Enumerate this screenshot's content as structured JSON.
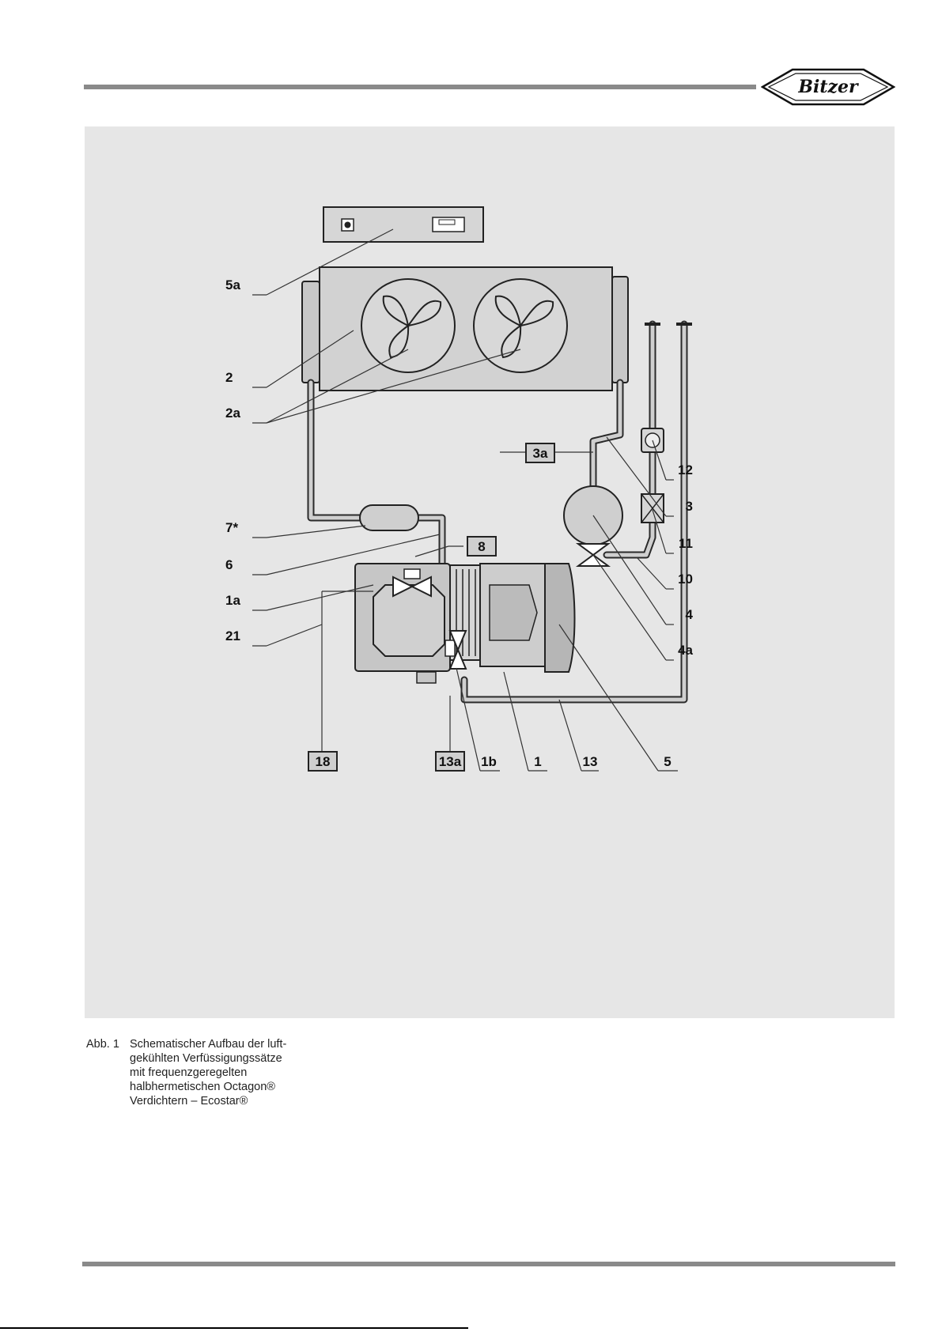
{
  "logo": {
    "text": "Bitzer"
  },
  "diagram": {
    "labels": {
      "l5a": "5a",
      "l2": "2",
      "l2a": "2a",
      "l7": "7*",
      "l6": "6",
      "l1a": "1a",
      "l21": "21",
      "l12": "12",
      "l3": "3",
      "l11": "11",
      "l10": "10",
      "l4": "4",
      "l4a": "4a",
      "b3a": "3a",
      "b8": "8",
      "b18": "18",
      "b13a": "13a",
      "l1b": "1b",
      "l1": "1",
      "l13": "13",
      "l5": "5"
    }
  },
  "caption": {
    "number": "Abb. 1",
    "lines": [
      "Schematischer Aufbau der luft-",
      "gekühlten Verfüssigungssätze",
      "mit frequenzgeregelten",
      "halbhermetischen Octagon®",
      "Verdichtern – Ecostar®"
    ]
  },
  "colors": {
    "panel": "#e6e6e6",
    "rule": "#8a8a8a",
    "component": "#cfcfcf",
    "outline": "#2a2a2a"
  }
}
